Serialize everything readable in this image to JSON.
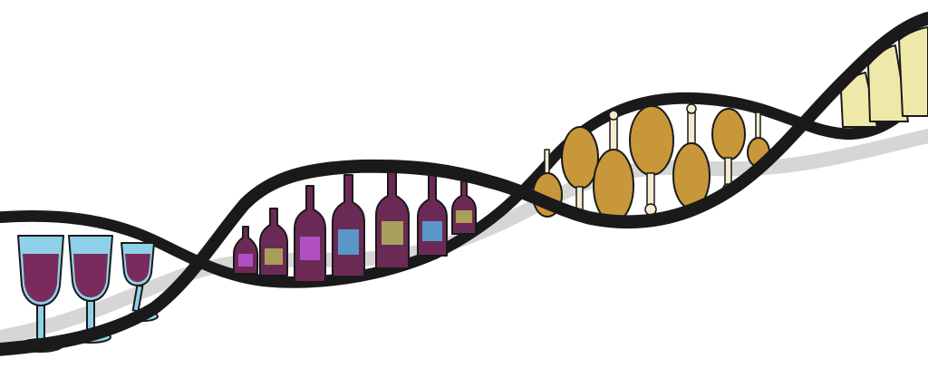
{
  "illustration": {
    "subject": "dna-double-helix",
    "palette": {
      "background": "#ffffff",
      "strand_red": "#e5261f",
      "strand_green": "#9ccf3c",
      "shadow": "#cfcfcf",
      "glass": "#8fd1e8",
      "wine": "#7a2a5c",
      "bottle": "#6b2a55",
      "drumstick": "#c8973a",
      "bone": "#f3ead0",
      "cheese": "#eee9a8"
    },
    "segments": [
      {
        "name": "wine-glasses",
        "count": 3,
        "icon": "wine-glass-icon"
      },
      {
        "name": "wine-bottles",
        "count": 7,
        "icon": "wine-bottle-icon"
      },
      {
        "name": "chicken-drumsticks",
        "count": 7,
        "icon": "drumstick-icon"
      },
      {
        "name": "cheese-wedges",
        "count": 3,
        "icon": "cheese-wedge-icon"
      }
    ]
  }
}
